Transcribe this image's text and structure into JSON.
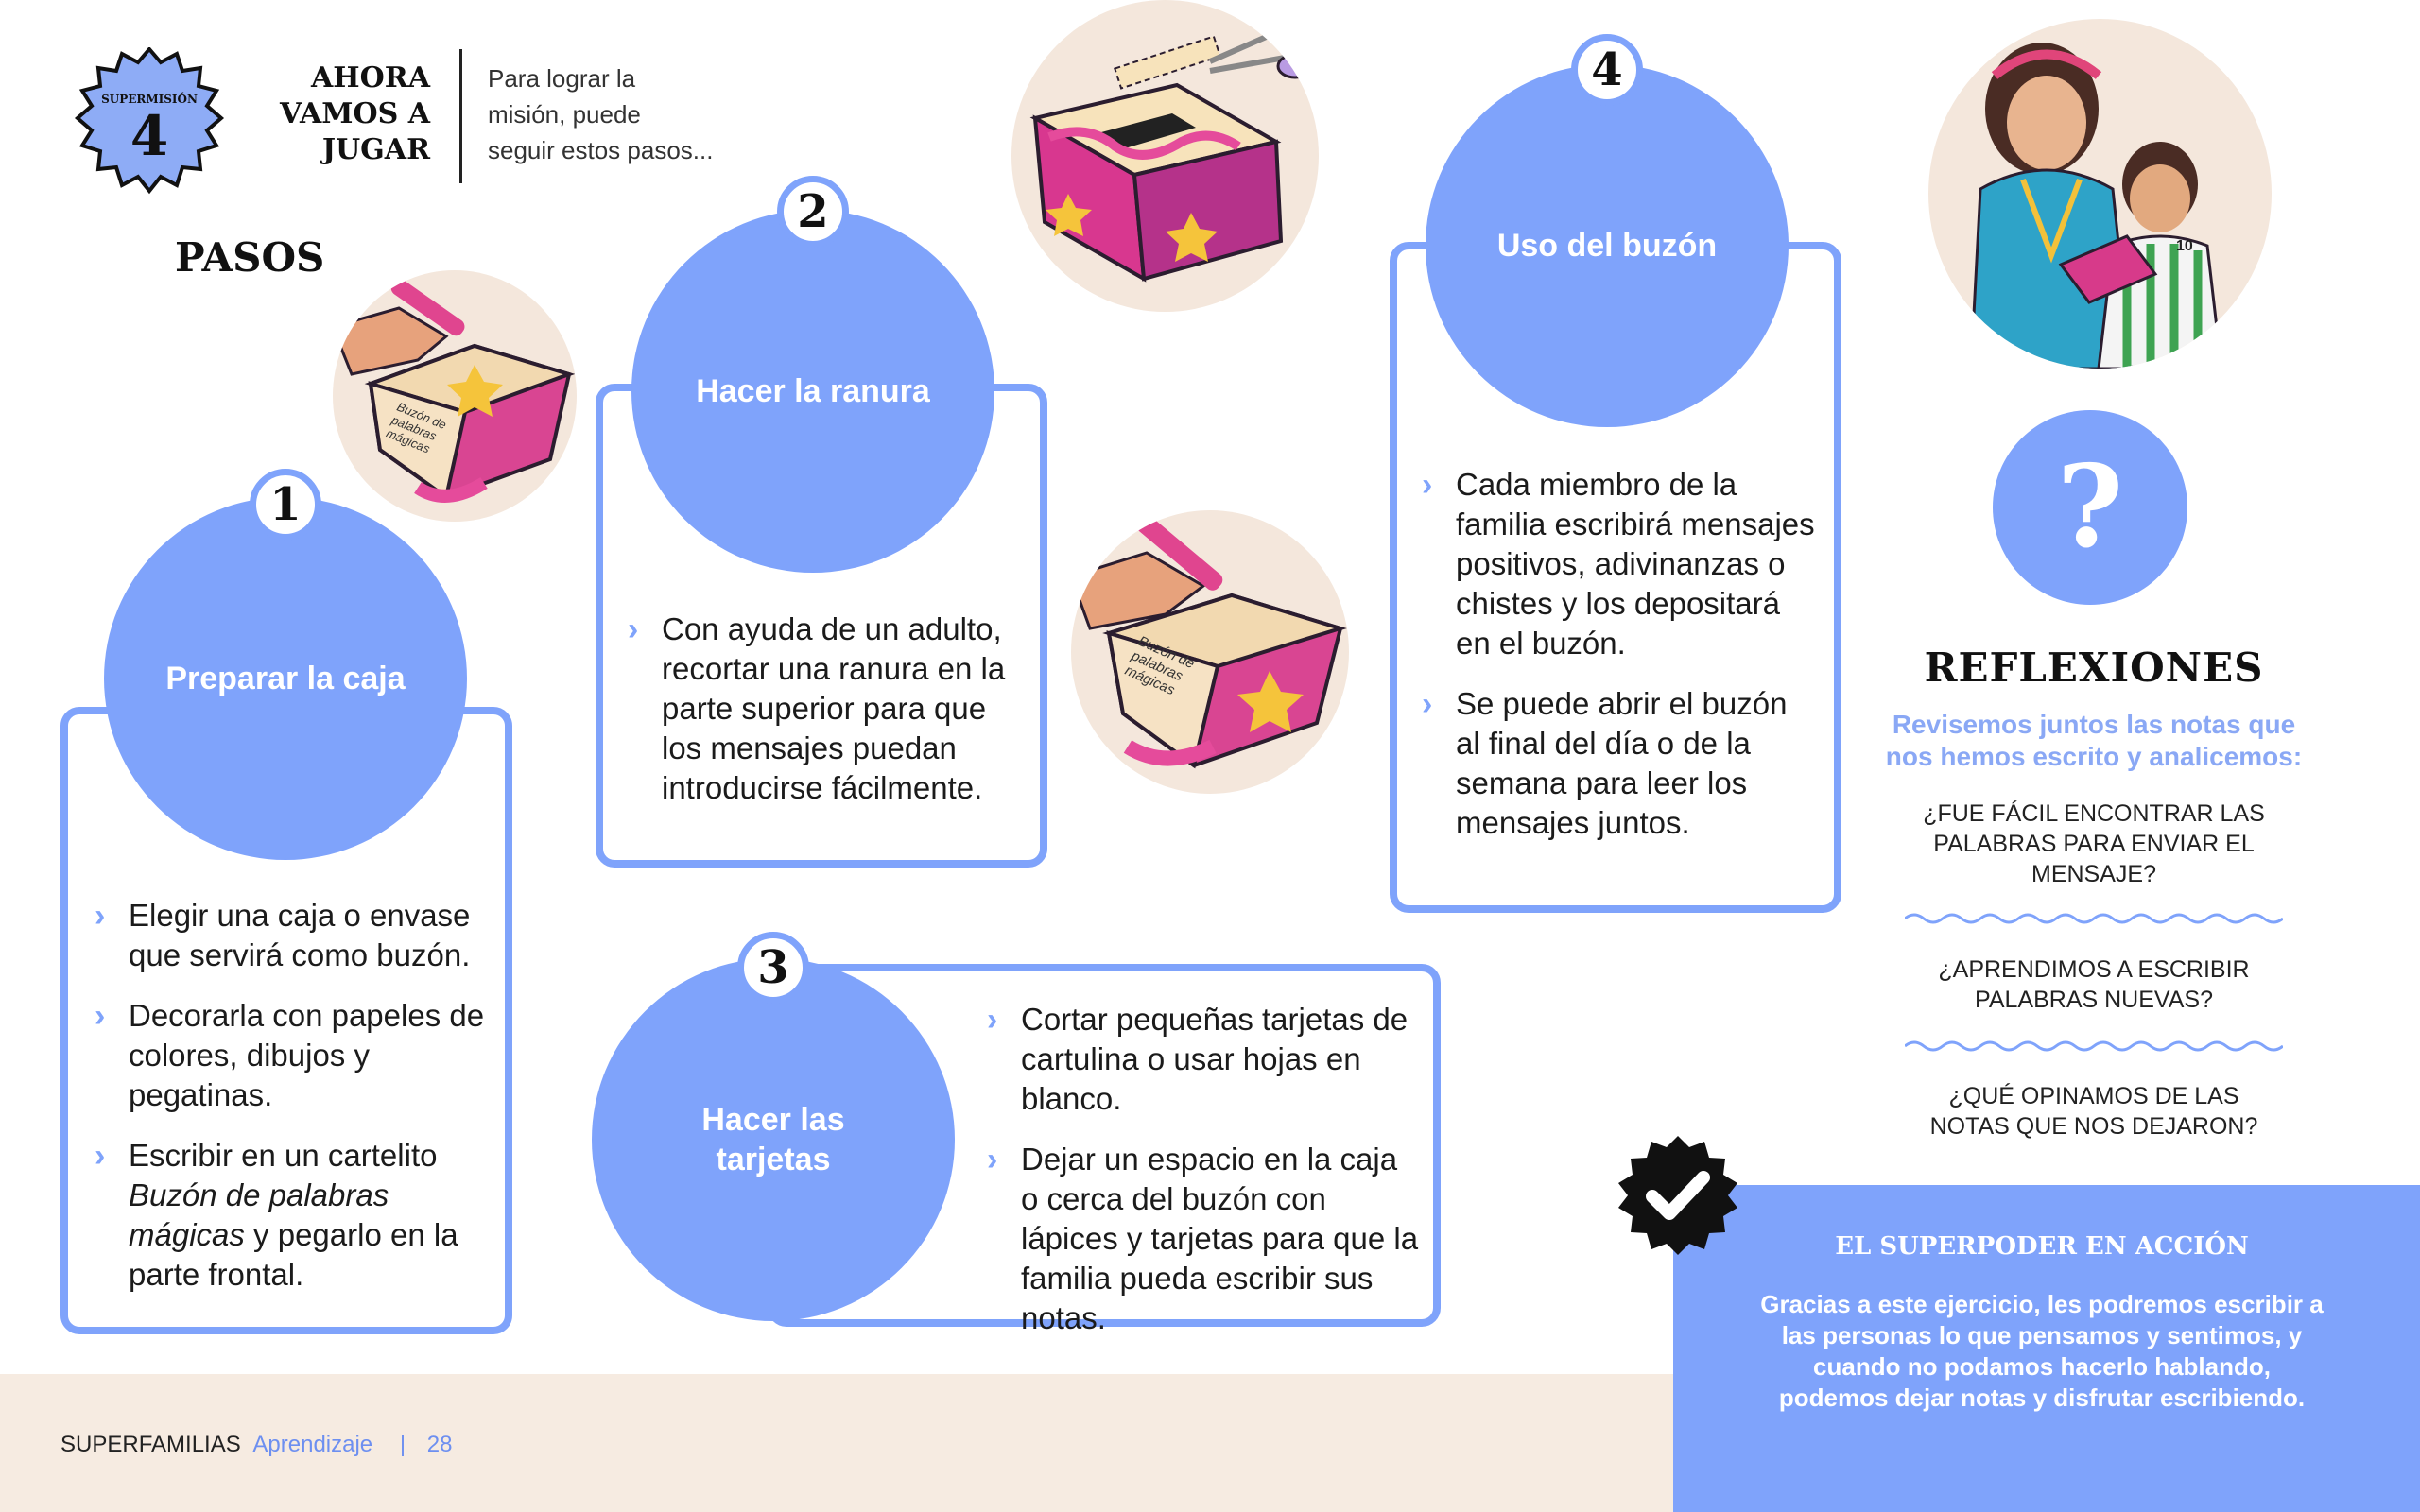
{
  "header": {
    "badge_small": "SUPERMISIÓN",
    "badge_number": "4",
    "title_lines": [
      "AHORA",
      "VAMOS A",
      "JUGAR"
    ],
    "intro_lines": [
      "Para lograr la",
      "misión, puede",
      "seguir estos pasos..."
    ],
    "steps_heading": "PASOS"
  },
  "steps": [
    {
      "number": "1",
      "title": "Preparar la caja",
      "items": [
        {
          "text": "Elegir una caja o envase que servirá como buzón."
        },
        {
          "text": "Decorarla con papeles de colores, dibujos y pegatinas."
        },
        {
          "pre": "Escribir en un cartelito ",
          "em": "Buzón de palabras mágicas",
          "post": " y pegarlo en la parte frontal."
        }
      ]
    },
    {
      "number": "2",
      "title": "Hacer la ranura",
      "items": [
        {
          "text": "Con ayuda de un adulto, recortar una ranura en la parte superior para que los mensajes puedan introducirse fácilmente."
        }
      ]
    },
    {
      "number": "3",
      "title": "Hacer las tarjetas",
      "items": [
        {
          "text": "Cortar pequeñas tarjetas de cartulina o usar hojas en blanco."
        },
        {
          "text": "Dejar un espacio en la caja o cerca del buzón con lápices y tarjetas para que la familia pueda escribir sus notas."
        }
      ]
    },
    {
      "number": "4",
      "title": "Uso del buzón",
      "items": [
        {
          "text": "Cada miembro de la familia escribirá mensajes positivos, adivinanzas o chistes y los depositará en el buzón."
        },
        {
          "text": "Se puede abrir el buzón al final del día o de la semana para leer los mensajes juntos."
        }
      ]
    }
  ],
  "illustrations": {
    "box_label_1": "Buzón de",
    "box_label_2": "palabras mágicas",
    "jersey_number": "10"
  },
  "reflexiones": {
    "icon": "question-mark",
    "question_glyph": "?",
    "title": "REFLEXIONES",
    "subtitle": "Revisemos juntos las notas que nos hemos escrito y analicemos:",
    "questions": [
      "¿FUE FÁCIL ENCONTRAR LAS PALABRAS PARA ENVIAR EL MENSAJE?",
      "¿APRENDIMOS A ESCRIBIR PALABRAS NUEVAS?",
      "¿QUÉ OPINAMOS DE LAS NOTAS QUE NOS DEJARON?"
    ]
  },
  "superpoder": {
    "title": "EL SUPERPODER EN ACCIÓN",
    "text": "Gracias a este ejercicio, les podremos escribir a las personas lo que pensamos y sentimos, y cuando no podamos hacerlo hablando, podemos dejar notas y disfrutar escribiendo."
  },
  "footer": {
    "brand": "SUPERFAMILIAS",
    "section": "Aprendizaje",
    "separator": "|",
    "page": "28"
  },
  "colors": {
    "accent_blue": "#7fa3fb",
    "footer_bg": "#f6ebe1",
    "illustration_bg": "#f4e7dc",
    "subtitle_blue": "#8aa8f5"
  }
}
